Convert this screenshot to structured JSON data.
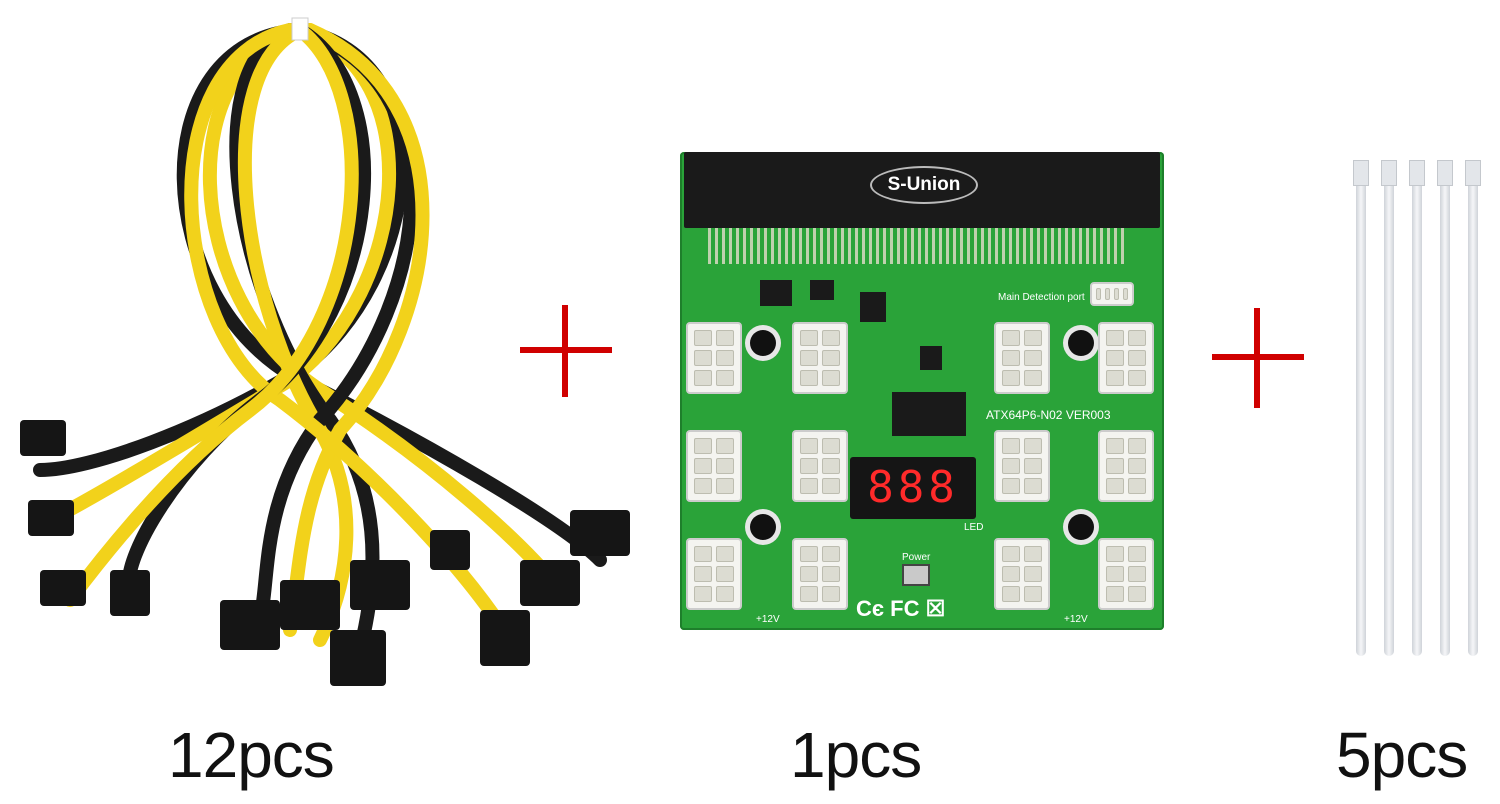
{
  "items": [
    {
      "quantity": "12pcs"
    },
    {
      "quantity": "1pcs"
    },
    {
      "quantity": "5pcs"
    }
  ],
  "board": {
    "brand": "S-Union",
    "model": "ATX64P6-N02 VER003",
    "port_label": "Main Detection port",
    "display_value": "888",
    "power_label": "Power",
    "led_label": "LED",
    "voltage_label": "+12V"
  },
  "colors": {
    "plus": "#d00000",
    "pcb": "#2aa339",
    "cable_yellow": "#f2d21b",
    "cable_black": "#1a1a1a",
    "tie": "#e3e6ea"
  }
}
